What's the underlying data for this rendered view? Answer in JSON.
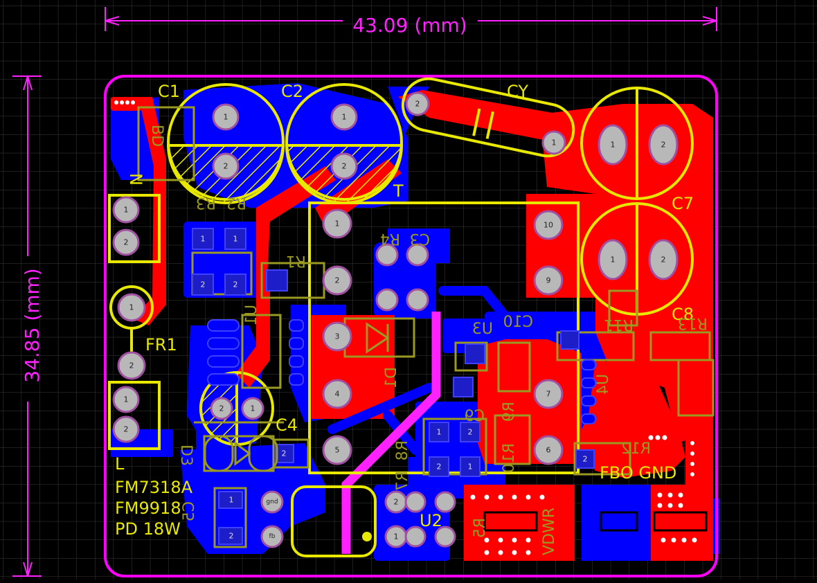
{
  "dimensions": {
    "width": "43.09 (mm)",
    "height": "34.85 (mm)"
  },
  "components": {
    "C1": "C1",
    "C2": "C2",
    "CY": "CY",
    "C7": "C7",
    "C8": "C8",
    "T": "T",
    "FR1": "FR1",
    "L": "L",
    "N": "N",
    "C4": "C4",
    "U2": "U2",
    "C10": "C10",
    "R3": "R3",
    "R2": "R2",
    "R4": "R4",
    "C3": "C3",
    "R1": "R1",
    "U1": "U1",
    "D1": "D1",
    "U3": "U3",
    "R9": "R9",
    "R10": "R10",
    "C9": "C9",
    "R8": "R8",
    "R7": "R7",
    "R5": "R5",
    "C5": "C5",
    "D3": "D3",
    "U4": "U4",
    "R12": "R12",
    "R13": "R13",
    "R11": "R11",
    "BD": "BD",
    "VDWR": "VDWR"
  },
  "text_labels": {
    "line1": "FM7318A",
    "line2": "FM9918",
    "line3": "PD 18W",
    "fbo_gnd": "FBO GND"
  },
  "pad_text": {
    "gnd": "gnd",
    "fb": "fb",
    "p1": "1",
    "p2": "2",
    "p3": "3",
    "p4": "4",
    "p5": "5",
    "p6": "6",
    "p7": "7",
    "p9": "9",
    "p10": "10"
  },
  "colors": {
    "background": "#000000",
    "grid": "#3c3c3c",
    "top_copper": "#ff0000",
    "bottom_copper": "#0000ff",
    "silkscreen": "#ffff00",
    "bottom_silk": "#9a9a22",
    "outline": "#ff00ff",
    "pad": "#b0b0b0"
  }
}
